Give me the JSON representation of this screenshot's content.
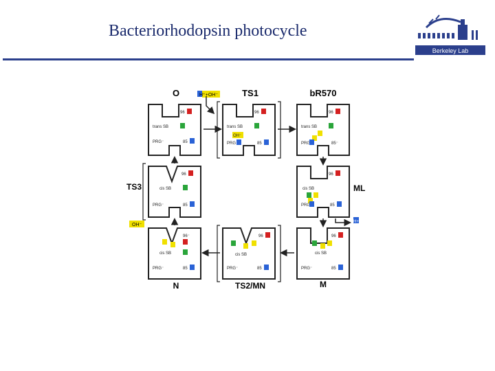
{
  "slide": {
    "title": "Bacteriorhodopsin photocycle",
    "logo_text": "Berkeley Lab"
  },
  "colors": {
    "title": "#1a2a6c",
    "rule": "#2b3f8c",
    "proton_red": "#d42020",
    "proton_blue": "#2a62d6",
    "proton_green": "#2aa53a",
    "hydroxide_yellow": "#f0e000"
  },
  "diagram": {
    "state_labels": {
      "o": "O",
      "ts1": "TS1",
      "br570": "bR570",
      "ts3": "TS3",
      "ml": "ML",
      "n": "N",
      "ts2mn": "TS2/MN",
      "m": "M"
    },
    "species": {
      "h_plus": "H+",
      "oh_minus": "OH⁻",
      "oh_plus_h": "H⁺+OH⁻"
    },
    "residues": {
      "d96": "96",
      "d96_minus": "96⁻",
      "d85": "85",
      "d85_minus": "85⁻",
      "trans_sb": "trans SB",
      "cis_sb": "cis SB",
      "prg": "PRG",
      "prg_minus": "PRG⁻"
    }
  }
}
